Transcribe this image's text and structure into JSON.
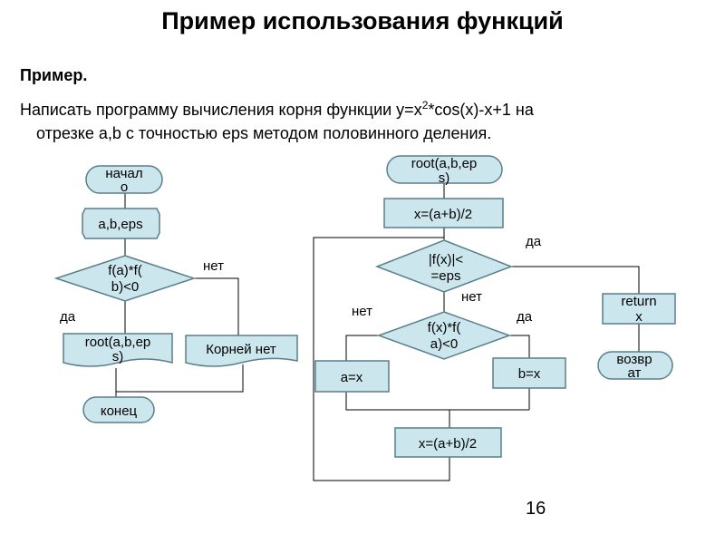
{
  "slide": {
    "title": "Пример использования функций",
    "heading": "Пример.",
    "task_line1_a": "Написать программу вычисления корня функции y=x",
    "task_sup": "2",
    "task_line1_b": "*cos(x)-x+1 на",
    "task_line2": "отрезке a,b с точностью eps методом половинного деления.",
    "page_number": "16"
  },
  "main_flow": {
    "start": [
      "начал",
      "о"
    ],
    "input": "a,b,eps",
    "condition": [
      "f(a)*f(",
      "b)<0"
    ],
    "label_no": "нет",
    "label_yes": "да",
    "call": [
      "root(a,b,ep",
      "s)"
    ],
    "no_roots": "Корней нет",
    "end": "конец"
  },
  "root_flow": {
    "header": [
      "root(a,b,ep",
      "s)"
    ],
    "init": "x=(a+b)/2",
    "condition": [
      "|f(x)|<",
      "=eps"
    ],
    "label_yes_top": "да",
    "label_no_top": "нет",
    "ret": [
      "return",
      "x"
    ],
    "exit": [
      "возвр",
      "ат"
    ],
    "inner_condition": [
      "f(x)*f(",
      "a)<0"
    ],
    "label_no_inner": "нет",
    "label_yes_inner": "да",
    "assign_a": "a=x",
    "assign_b": "b=x",
    "update": "x=(a+b)/2"
  }
}
